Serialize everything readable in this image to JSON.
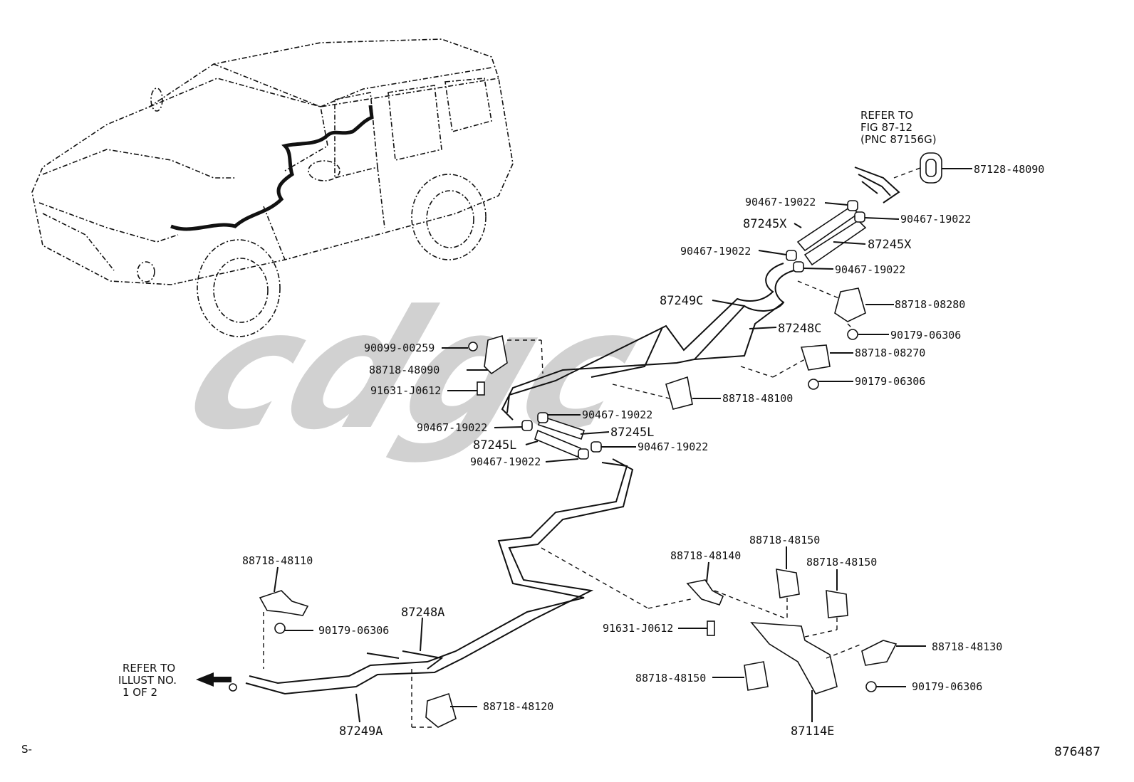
{
  "watermark": {
    "text": "cdgc",
    "color": "#c9c9c9"
  },
  "notes": {
    "refer_fig": [
      "REFER TO",
      "FIG 87-12",
      "(PNC 87156G)"
    ],
    "refer_illust": [
      "REFER TO",
      "ILLUST NO.",
      "1 OF 2"
    ]
  },
  "labels": {
    "p87128_48090": "87128-48090",
    "p90467_a": "90467-19022",
    "p90467_b": "90467-19022",
    "p87245x_a": "87245X",
    "p87245x_b": "87245X",
    "p90467_c": "90467-19022",
    "p90467_d": "90467-19022",
    "p88718_08280": "88718-08280",
    "p87249c": "87249C",
    "p87248c": "87248C",
    "p90179_a": "90179-06306",
    "p90099_00259": "90099-00259",
    "p88718_08270": "88718-08270",
    "p88718_48090": "88718-48090",
    "p90179_b": "90179-06306",
    "p91631_a": "91631-J0612",
    "p88718_48100": "88718-48100",
    "p90467_e": "90467-19022",
    "p90467_f": "90467-19022",
    "p87245l_a": "87245L",
    "p87245l_b": "87245L",
    "p90467_g": "90467-19022",
    "p90467_h": "90467-19022",
    "p88718_48150_a": "88718-48150",
    "p88718_48110": "88718-48110",
    "p88718_48140": "88718-48140",
    "p88718_48150_b": "88718-48150",
    "p87248a": "87248A",
    "p90179_c": "90179-06306",
    "p91631_b": "91631-J0612",
    "p88718_48130": "88718-48130",
    "p88718_48150_c": "88718-48150",
    "p90179_d": "90179-06306",
    "p88718_48120": "88718-48120",
    "p87249a": "87249A",
    "p87114e": "87114E"
  },
  "footer": {
    "left": "S-",
    "right": "876487"
  }
}
